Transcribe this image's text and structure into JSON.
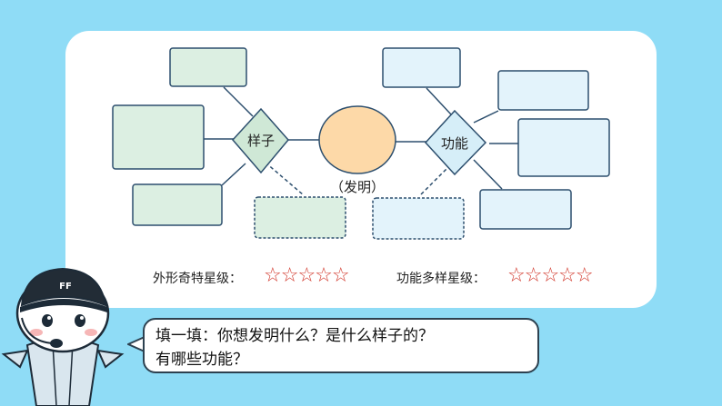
{
  "diagram": {
    "center_label": "（发明）",
    "left_diamond_label": "样子",
    "right_diamond_label": "功能"
  },
  "ratings": {
    "appearance_label": "外形奇特星级：",
    "appearance_stars": "☆☆☆☆☆",
    "function_label": "功能多样星级：",
    "function_stars": "☆☆☆☆☆"
  },
  "bubble": {
    "line1": "填一填：你想发明什么？是什么样子的？",
    "line2": "有哪些功能？"
  },
  "mascot": {
    "cap_text": "FF"
  },
  "colors": {
    "background": "#8fdcf6",
    "green_fill": "#dcefe2",
    "green_diamond": "#cfe8d6",
    "blue_fill": "#e3f3fb",
    "blue_diamond": "#d6eef8",
    "circle_fill": "#fdd9a8",
    "line": "#2d4f6e",
    "stars": "#d2382c"
  }
}
